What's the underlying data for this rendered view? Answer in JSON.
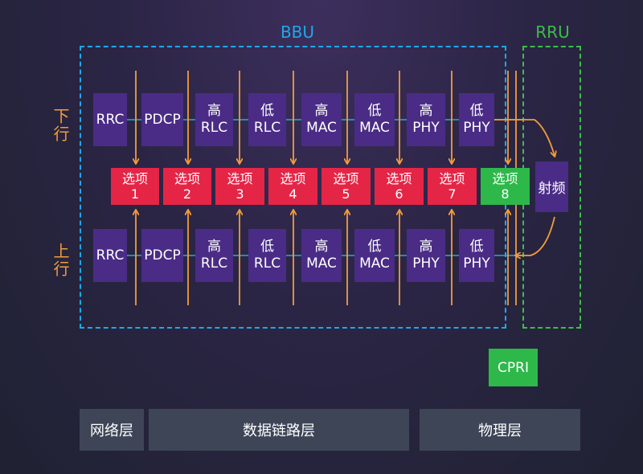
{
  "regions": {
    "bbu": "BBU",
    "rru": "RRU"
  },
  "sides": {
    "downlink": "下行",
    "uplink": "上行"
  },
  "layers": [
    {
      "id": "rrc",
      "lines": [
        "RRC"
      ]
    },
    {
      "id": "pdcp",
      "lines": [
        "PDCP"
      ]
    },
    {
      "id": "high-rlc",
      "lines": [
        "高",
        "RLC"
      ]
    },
    {
      "id": "low-rlc",
      "lines": [
        "低",
        "RLC"
      ]
    },
    {
      "id": "high-mac",
      "lines": [
        "高",
        "MAC"
      ]
    },
    {
      "id": "low-mac",
      "lines": [
        "低",
        "MAC"
      ]
    },
    {
      "id": "high-phy",
      "lines": [
        "高",
        "PHY"
      ]
    },
    {
      "id": "low-phy",
      "lines": [
        "低",
        "PHY"
      ]
    }
  ],
  "options": [
    {
      "word": "选项",
      "num": "1"
    },
    {
      "word": "选项",
      "num": "2"
    },
    {
      "word": "选项",
      "num": "3"
    },
    {
      "word": "选项",
      "num": "4"
    },
    {
      "word": "选项",
      "num": "5"
    },
    {
      "word": "选项",
      "num": "6"
    },
    {
      "word": "选项",
      "num": "7"
    },
    {
      "word": "选项",
      "num": "8"
    }
  ],
  "rf": "射频",
  "cpri": "CPRI",
  "bottom": {
    "network": "网络层",
    "datalink": "数据链路层",
    "physical": "物理层"
  },
  "colors": {
    "bbu_border": "#1fa8e8",
    "rru_border": "#3dbd4a",
    "layer_box": "#4a2c86",
    "option_red": "#e52546",
    "option_green": "#2eb84a",
    "arrow": "#f39c3a",
    "link_line": "#28a9d8",
    "bottom_box": "#3e4557"
  }
}
